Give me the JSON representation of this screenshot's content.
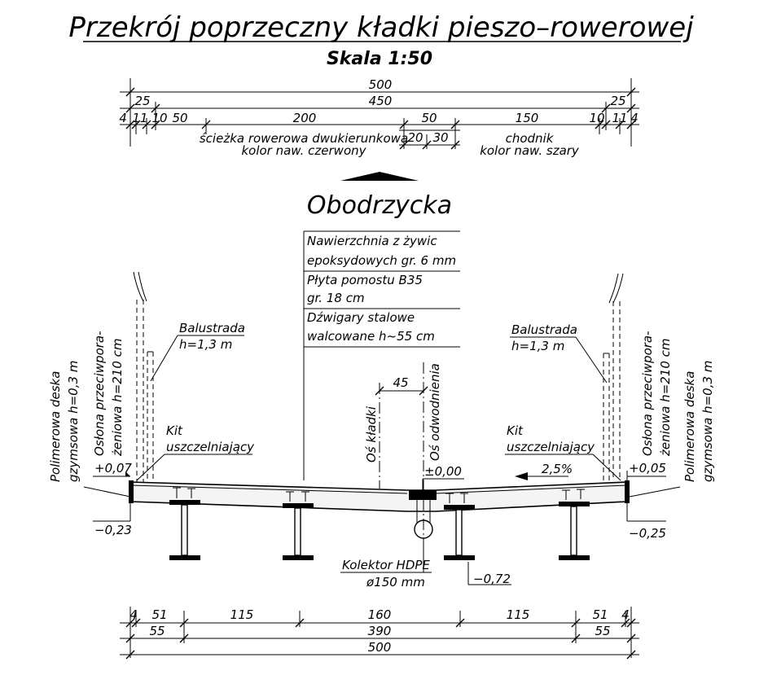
{
  "title": "Przekrój poprzeczny kładki pieszo–rowerowej",
  "scale": "Skala 1:50",
  "street": "Obodrzycka",
  "top_dimensions": {
    "row1": [
      "500"
    ],
    "row2": [
      "25",
      "450",
      "25"
    ],
    "row3": [
      "4",
      "11",
      "10",
      "50",
      "200",
      "50",
      "150",
      "10",
      "11",
      "4"
    ],
    "row4": [
      "20",
      "30"
    ]
  },
  "lanes": {
    "bike_line1": "ścieżka rowerowa dwukierunkowa",
    "bike_line2": "kolor naw. czerwony",
    "walk_line1": "chodnik",
    "walk_line2": "kolor naw. szary"
  },
  "layers": {
    "l1_line1": "Nawierzchnia z żywic",
    "l1_line2": "epoksydowych gr. 6 mm",
    "l2_line1": "Płyta pomostu B35",
    "l2_line2": "gr. 18 cm",
    "l3_line1": "Dźwigary stalowe",
    "l3_line2": "walcowane h~55 cm"
  },
  "labels": {
    "balustrade": "Balustrada",
    "balustrade_h": "h=1,3 m",
    "sealant1": "Kit",
    "sealant2": "uszczelniający",
    "screen1": "Osłona przeciwpora-",
    "screen2": "żeniowa h=210 cm",
    "deck_board1": "Polimerowa deska",
    "deck_board2": "gzymsowa h=0,3 m",
    "axis_bridge": "Oś kładki",
    "axis_drain": "Oś odwodnienia",
    "axis_offset": "45",
    "collector1": "Kolektor HDPE",
    "collector2": "ø150 mm"
  },
  "levels": {
    "left_top": "+0,07",
    "left_bottom": "−0,23",
    "center": "±0,00",
    "right_top": "+0,05",
    "right_bottom": "−0,25",
    "collector": "−0,72",
    "slope": "2,5%"
  },
  "bottom_dimensions": {
    "row1": [
      "4",
      "51",
      "115",
      "160",
      "115",
      "51",
      "4"
    ],
    "row2": [
      "55",
      "390",
      "55"
    ],
    "row3": [
      "500"
    ]
  }
}
